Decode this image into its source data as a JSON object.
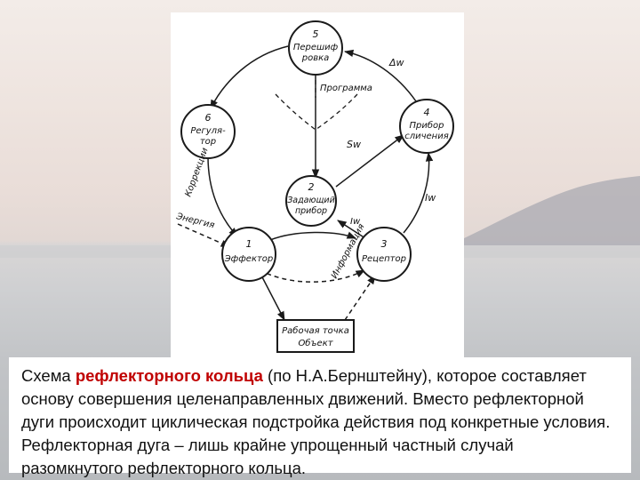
{
  "colors": {
    "highlight": "#c00000",
    "text": "#111111",
    "diagram_ink": "#1a1a1a"
  },
  "diagram": {
    "nodes": {
      "n5": {
        "number": "5",
        "line1": "Перешиф",
        "line2": "ровка"
      },
      "n4": {
        "number": "4",
        "line1": "Прибор",
        "line2": "сличения"
      },
      "n6": {
        "number": "6",
        "line1": "Регуля-",
        "line2": "тор"
      },
      "n2": {
        "number": "2",
        "line1": "Задающий",
        "line2": "прибор"
      },
      "n1": {
        "number": "1",
        "line1": "Эффектор"
      },
      "n3": {
        "number": "3",
        "line1": "Рецептор"
      }
    },
    "object_box": {
      "line1": "Рабочая точка",
      "line2": "Объект"
    },
    "labels": {
      "program": "Программа",
      "delta_w": "Δw",
      "sw": "Sw",
      "iw": "Iw",
      "lw": "Iw",
      "energy": "Энергия",
      "information": "Информация",
      "correction": "Коррекции"
    }
  },
  "caption": {
    "before": "Схема ",
    "highlight": "рефлекторного кольца",
    "after": " (по Н.А.Бернштейну), которое составляет основу совершения целенаправленных движений. Вместо рефлекторной дуги происходит циклическая подстройка действия под конкретные условия. Рефлекторная дуга – лишь крайне упрощенный частный случай разомкнутого рефлекторного кольца."
  }
}
